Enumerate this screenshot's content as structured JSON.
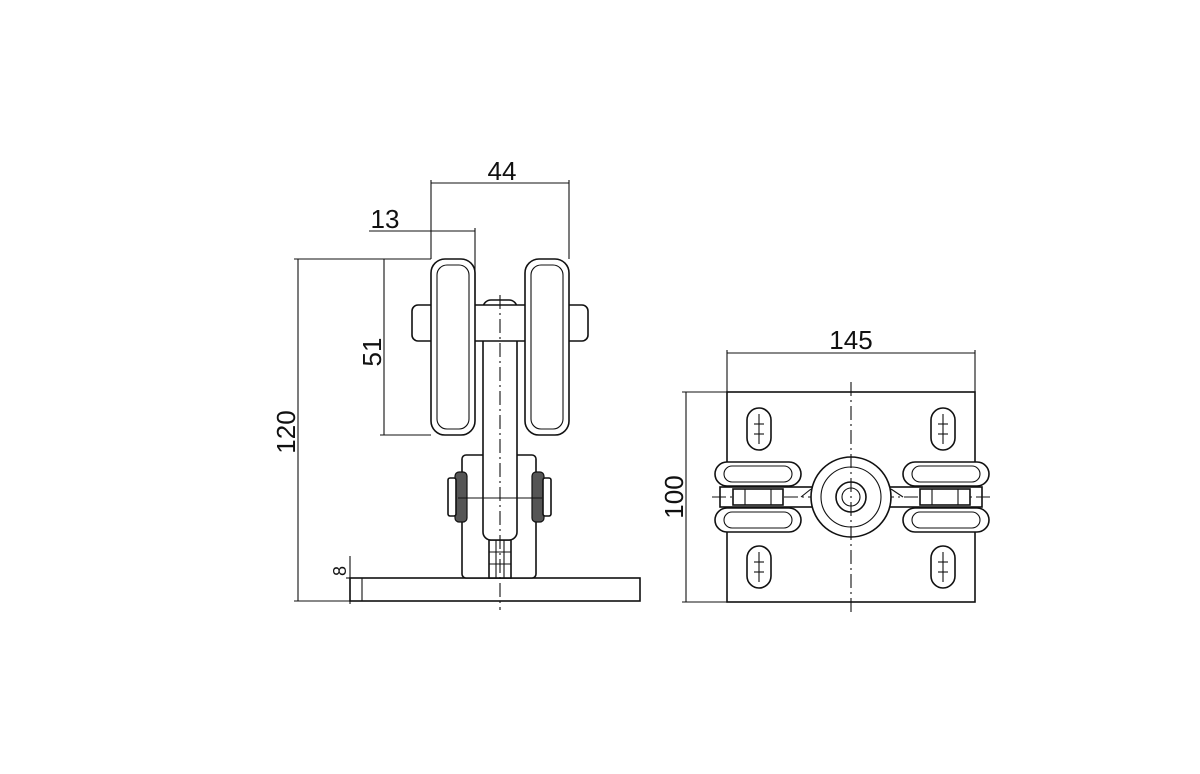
{
  "dimensions": {
    "side_view": {
      "top_width": "44",
      "wheel_width": "13",
      "wheel_diameter": "51",
      "total_height": "120",
      "base_thickness": "8"
    },
    "top_view": {
      "plate_width": "145",
      "plate_depth": "100"
    }
  }
}
